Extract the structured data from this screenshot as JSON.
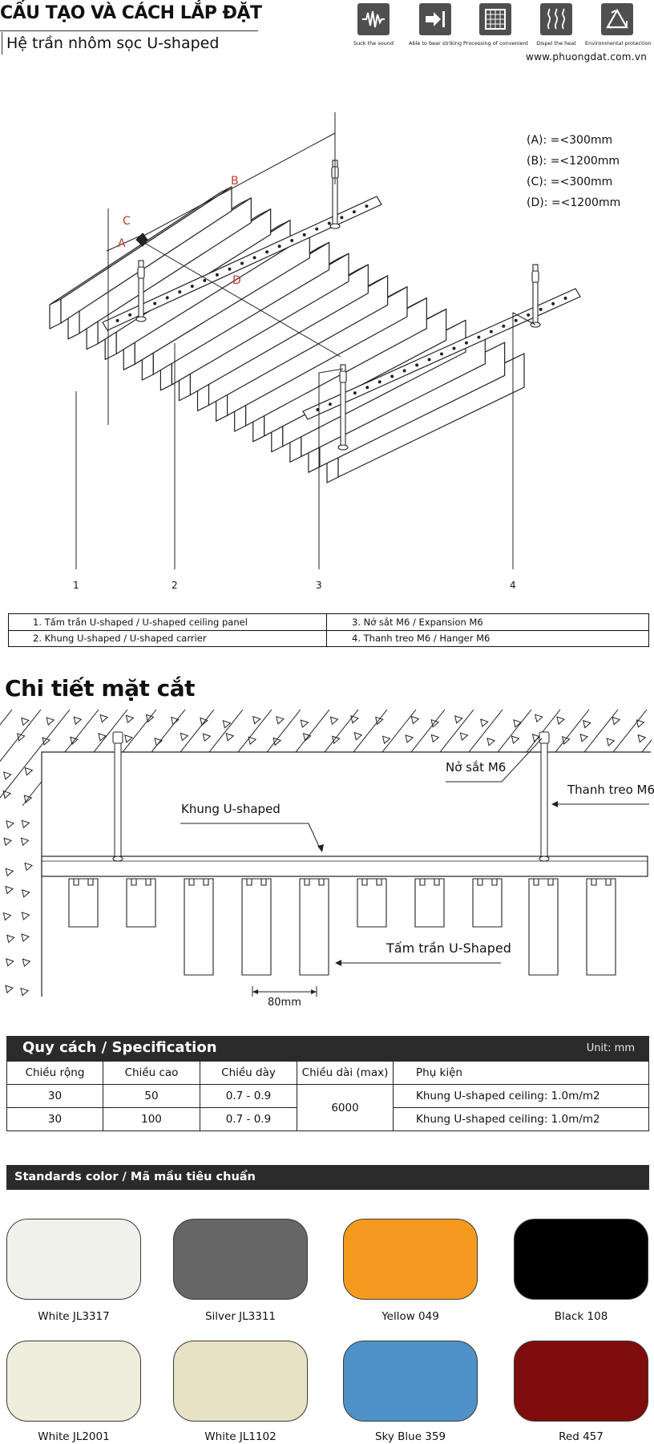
{
  "header": {
    "title": "CẤU TẠO VÀ CÁCH LẮP ĐẶT",
    "subtitle": "Hệ trần nhôm sọc U-shaped",
    "website": "www.phuongdat.com.vn",
    "features": [
      {
        "icon": "sound-wave-icon",
        "label": "Suck the sound"
      },
      {
        "icon": "strike-arrow-icon",
        "label": "Able to bear striking"
      },
      {
        "icon": "grid-panel-icon",
        "label": "Processing of convenient"
      },
      {
        "icon": "heat-waves-icon",
        "label": "Dispel the heat"
      },
      {
        "icon": "recycle-icon",
        "label": "Environmental protection"
      }
    ]
  },
  "diagram": {
    "labels": {
      "a": "A",
      "b": "B",
      "c": "C",
      "d": "D"
    },
    "dimensions": [
      "(A): =<300mm",
      "(B): =<1200mm",
      "(C): =<300mm",
      "(D): =<1200mm"
    ],
    "part_numbers": [
      "1",
      "2",
      "3",
      "4"
    ],
    "line_color": "#222222",
    "dimension_color": "#c0392b"
  },
  "parts": [
    "1. Tấm trần U-shaped / U-shaped ceiling panel",
    "2. Khung U-shaped / U-shaped carrier",
    "3. Nở sắt M6 / Expansion M6",
    "4. Thanh treo M6 / Hanger M6"
  ],
  "section": {
    "title": "Chi tiết mặt cắt",
    "callouts": {
      "expansion": "Nở sắt M6",
      "hanger": "Thanh treo M6",
      "carrier": "Khung U-shaped",
      "panel": "Tấm trần U-Shaped",
      "spacing": "80mm"
    }
  },
  "spec": {
    "title": "Quy cách / Specification",
    "unit": "Unit: mm",
    "headers": [
      "Chiều rộng",
      "Chiều cao",
      "Chiều dày",
      "Chiều dài (max)",
      "Phụ kiện"
    ],
    "rows": [
      [
        "30",
        "50",
        "0.7 - 0.9",
        "6000",
        "Khung U-shaped ceiling: 1.0m/m2"
      ],
      [
        "30",
        "100",
        "0.7 - 0.9",
        "",
        "Khung U-shaped ceiling: 1.0m/m2"
      ]
    ]
  },
  "colors": {
    "title": "Standards color / Mã mầu tiêu chuẩn",
    "items": [
      {
        "name": "White JL3317",
        "hex": "#f1f1ec"
      },
      {
        "name": "Silver JL3311",
        "hex": "#666666"
      },
      {
        "name": "Yellow 049",
        "hex": "#f59a1e"
      },
      {
        "name": "Black 108",
        "hex": "#000000"
      },
      {
        "name": "White JL2001",
        "hex": "#efeddd"
      },
      {
        "name": "White JL1102",
        "hex": "#e7e2c4"
      },
      {
        "name": "Sky Blue 359",
        "hex": "#4f91c9"
      },
      {
        "name": "Red 457",
        "hex": "#7f0d0d"
      }
    ]
  }
}
